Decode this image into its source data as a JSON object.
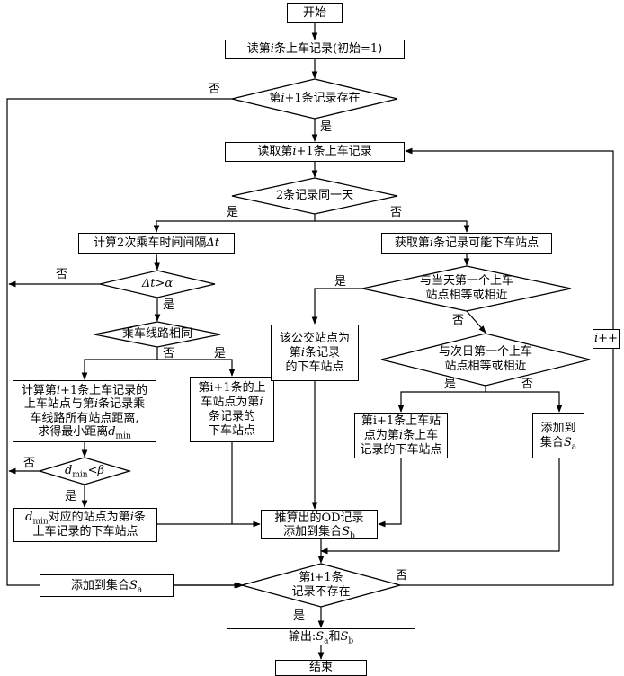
{
  "nodes": {
    "start": "开始",
    "read_first": {
      "pre": "读第",
      "var": "i",
      "post": "条上车记录(初始=1)"
    },
    "exists": {
      "pre": "第",
      "var": "i",
      "post": "+1条记录存在"
    },
    "read_next": {
      "pre": "读取第",
      "var": "i",
      "post": "+1条上车记录"
    },
    "same_day": "2条记录同一天",
    "calc_interval": {
      "pre": "计算2次乘车时间间隔",
      "var": "Δt"
    },
    "dt_gt_alpha": {
      "a": "Δt",
      "op": ">",
      "b": "α"
    },
    "same_route": "乘车线路相同",
    "calc_dist": {
      "l1_pre": "计算第",
      "l1_var": "i",
      "l1_post": "+1条上车记录的",
      "l2_pre": "上车站点与第",
      "l2_var": "i",
      "l2_post": "条记录乘",
      "l3": "车线路所有站点距离,",
      "l4_pre": "求得最小距离",
      "l4_var": "d",
      "l4_sub": "min"
    },
    "route_same_result": {
      "l1": "第i+1条的上",
      "l2_pre": "车站点为第",
      "l2_var": "i",
      "l3": "条记录的",
      "l4": "下车站点"
    },
    "dmin_lt_beta": {
      "var": "d",
      "sub": "min",
      "op": "<",
      "b": "β"
    },
    "dmin_station": {
      "l1_var": "d",
      "l1_sub": "min",
      "l1_post": "对应的站点为第",
      "l1_var2": "i",
      "l1_post2": "条",
      "l2": "上车记录的下车站点"
    },
    "get_alight": {
      "pre": "获取第",
      "var": "i",
      "post": "条记录可能下车站点"
    },
    "same_day_first": {
      "l1": "与当天第一个上车",
      "l2": "站点相等或相近"
    },
    "stop_is_alight": {
      "l1": "该公交站点为",
      "l2_pre": "第",
      "l2_var": "i",
      "l2_post": "条记录",
      "l3": "的下车站点"
    },
    "next_day_first": {
      "l1": "与次日第一个上车",
      "l2": "站点相等或相近"
    },
    "next_board_result": {
      "l1": "第i+1条上车站",
      "l2_pre": "点为第",
      "l2_var": "i",
      "l2_post": "条上车",
      "l3": "记录的下车站点"
    },
    "add_sa_right": {
      "l1": "添加到",
      "l2_pre": "集合",
      "l2_var": "S",
      "l2_sub": "a"
    },
    "od_record": {
      "l1": "推算出的OD记录",
      "l2_pre": "添加到集合",
      "l2_var": "S",
      "l2_sub": "b"
    },
    "not_exists": {
      "l1": "第i+1条",
      "l2": "记录不存在"
    },
    "add_sa_left": {
      "pre": "添加到集合",
      "var": "S",
      "sub": "a"
    },
    "increment": "i++",
    "output": {
      "pre": "输出:",
      "v1": "S",
      "s1": "a",
      "mid": "和",
      "v2": "S",
      "s2": "b"
    },
    "end": "结束"
  },
  "labels": {
    "yes": "是",
    "no": "否"
  }
}
